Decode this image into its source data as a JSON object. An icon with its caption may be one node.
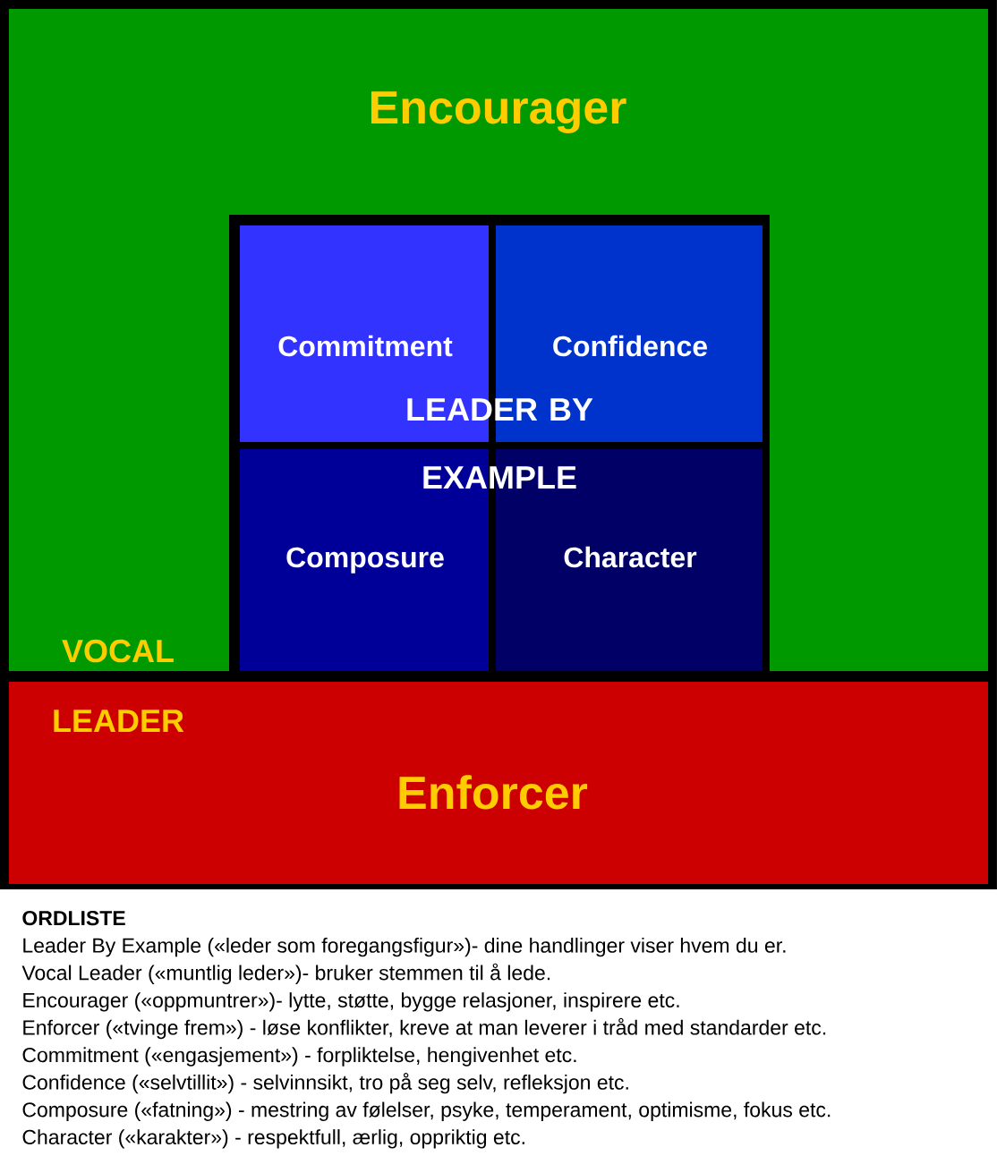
{
  "diagram": {
    "nodes": [
      {
        "text": [
          "Encourager"
        ]
      },
      {
        "text": [
          "Commitment"
        ],
        "in": 0
      },
      {
        "text": [
          "Confidence"
        ],
        "in": 0
      },
      {
        "text": [
          "Composure"
        ],
        "in": 0
      },
      {
        "text": [
          "Character"
        ],
        "in": 0
      },
      {
        "text": [
          "Enforcer"
        ]
      }
    ],
    "labels": [
      "LEADER BY EXAMPLE",
      "VOCAL",
      "LEADER",
      "ORDLISTE",
      "Leader By Example («leder som foregangsfigur»)- dine handlinger viser hvem du er.",
      "Vocal Leader («muntlig leder»)- bruker stemmen til å lede.",
      "Encourager («oppmuntrer»)- lytte, støtte, bygge relasjoner, inspirere etc.",
      "Enforcer («tvinge frem») - løse konflikter, kreve at man leverer i tråd med standarder etc.",
      "Commitment («engasjement») - forpliktelse, hengivenhet etc.",
      "Confidence («selvtillit») - selvinnsikt, tro på seg selv, refleksjon etc.",
      "Composure («fatning») - mestring av følelser, psyke, temperament, optimisme, fokus etc.",
      "Character («karakter») - respektfull, ærlig, oppriktig etc."
    ]
  }
}
